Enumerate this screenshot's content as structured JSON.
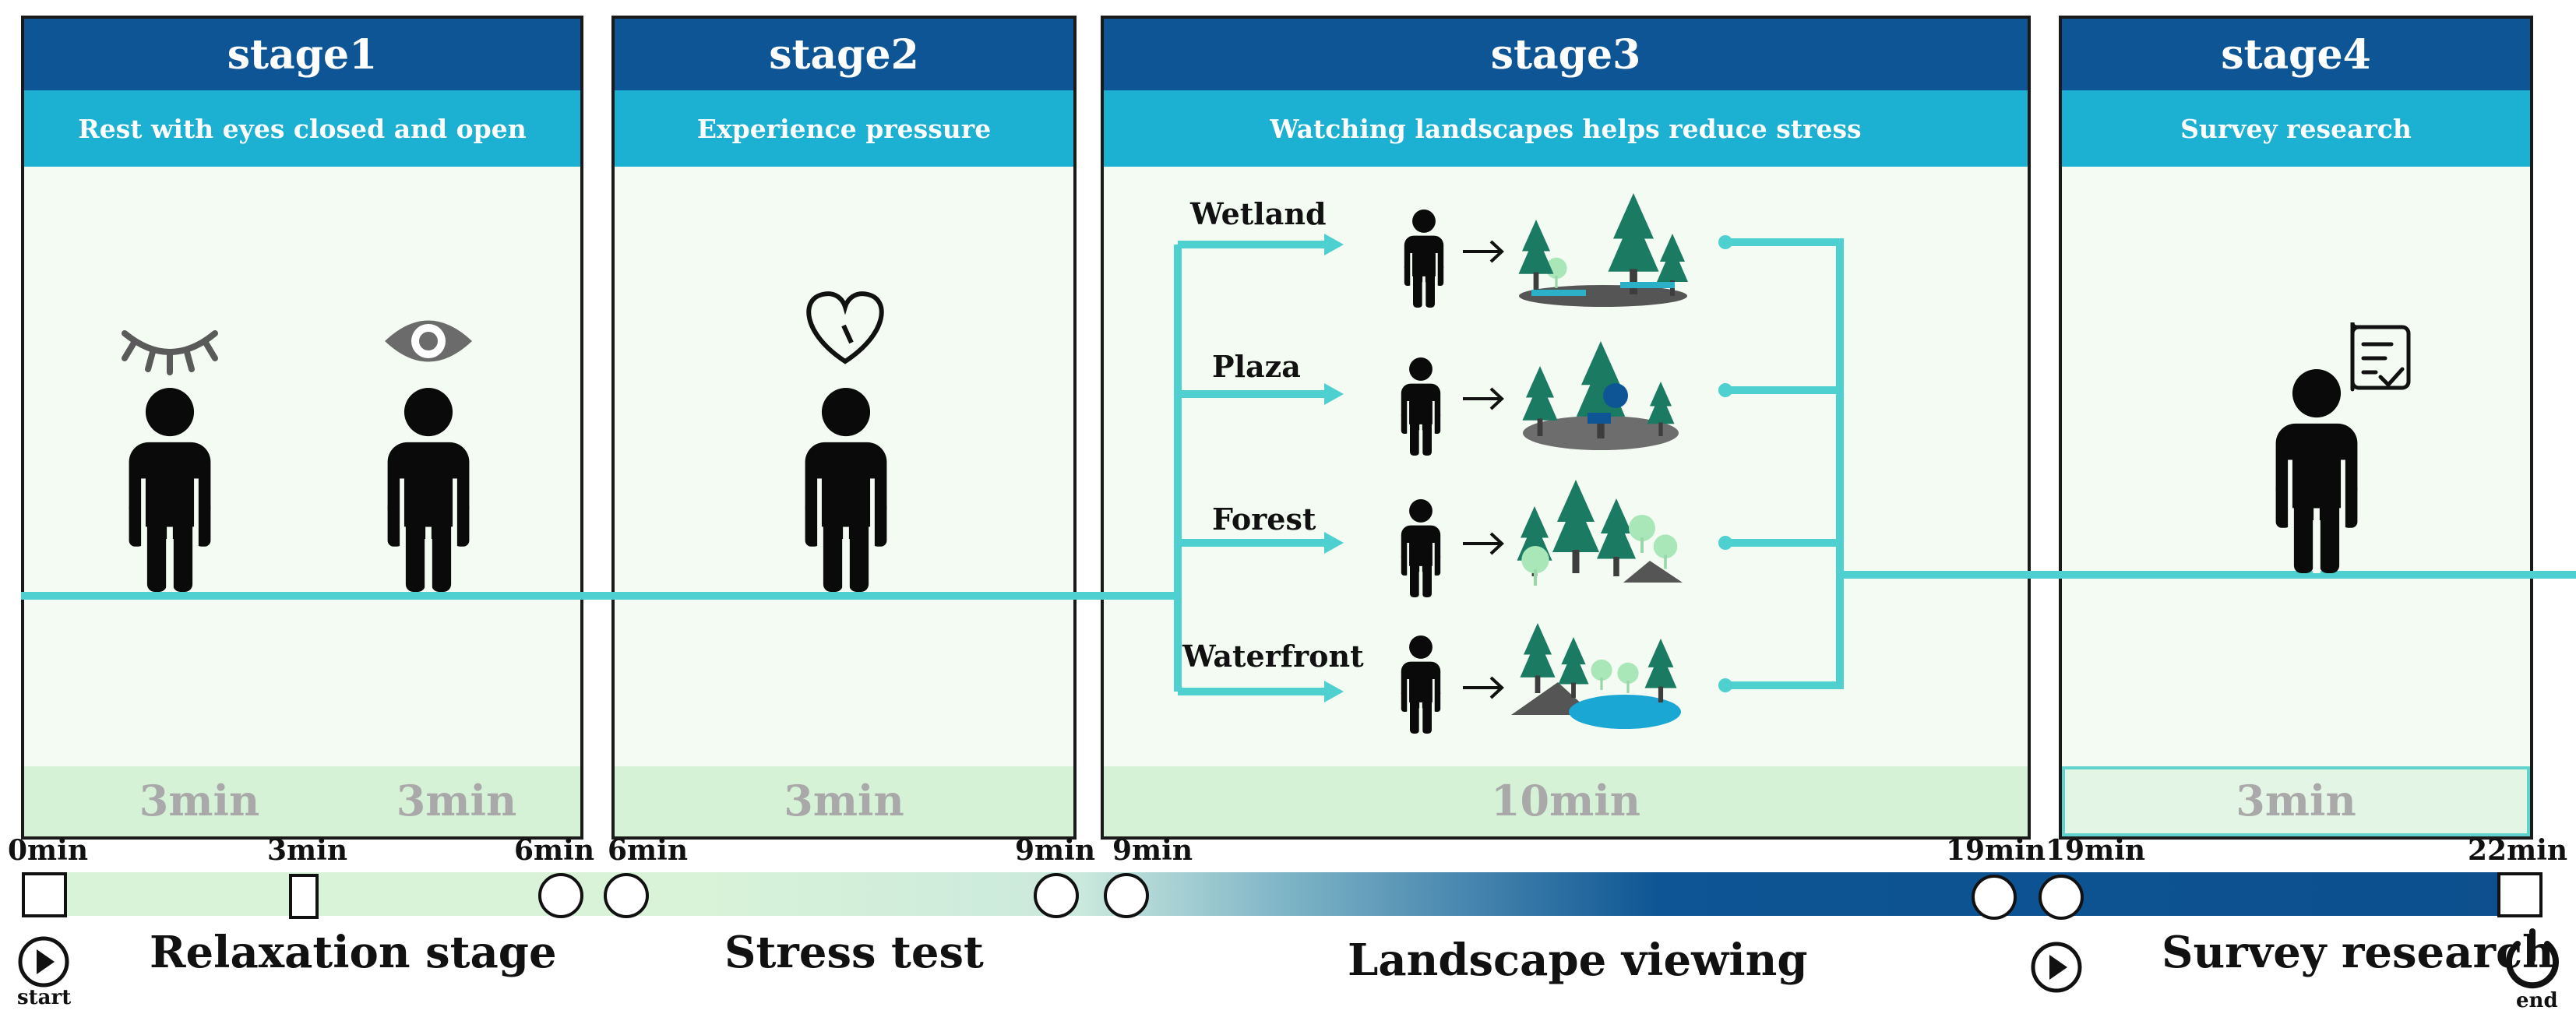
{
  "stages": [
    {
      "title": "stage1",
      "subtitle": "Rest with eyes closed and open",
      "durations": [
        "3min",
        "3min"
      ]
    },
    {
      "title": "stage2",
      "subtitle": "Experience pressure",
      "durations": [
        "3min"
      ]
    },
    {
      "title": "stage3",
      "subtitle": "Watching landscapes helps reduce stress",
      "durations": [
        "10min"
      ]
    },
    {
      "title": "stage4",
      "subtitle": "Survey research",
      "durations": [
        "3min"
      ]
    }
  ],
  "landscapes": [
    "Wetland",
    "Plaza",
    "Forest",
    "Waterfront"
  ],
  "timeline": {
    "ticks": [
      "0min",
      "3min",
      "6min",
      "6min",
      "9min",
      "9min",
      "19min",
      "19min",
      "22min"
    ],
    "phases": [
      "Relaxation stage",
      "Stress test",
      "Landscape viewing",
      "Survey research"
    ],
    "start_label": "start",
    "end_label": "end"
  },
  "colors": {
    "dark_blue": "#0d5594",
    "light_blue": "#1cb0d2",
    "teal_line": "#4fd0d0",
    "panel_bg": "#f3fbf2",
    "band": "#d6f2d6"
  },
  "icons": [
    "eye-closed-icon",
    "eye-open-icon",
    "heart-gauge-icon",
    "survey-checklist-icon",
    "person-icon",
    "arrow-icon",
    "tree-icon",
    "play-icon",
    "power-icon"
  ]
}
